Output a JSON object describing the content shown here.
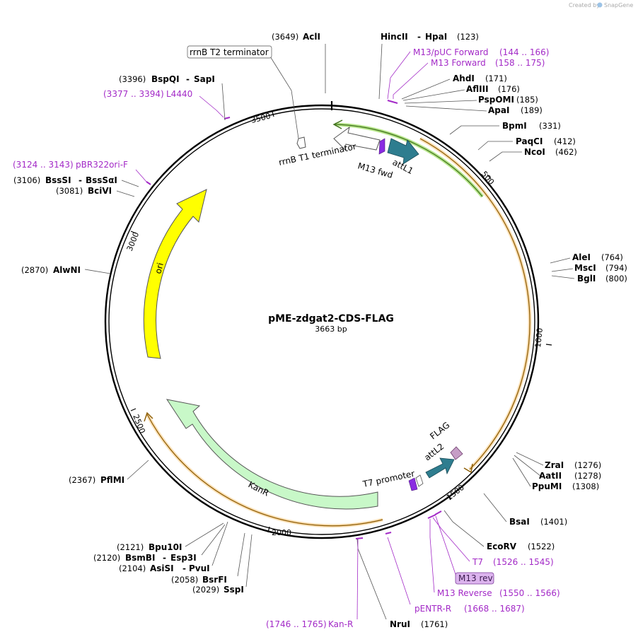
{
  "credit": {
    "prefix": "Created by",
    "brand": "SnapGene"
  },
  "plasmid": {
    "name": "pME-zdgat2-CDS-FLAG",
    "length": "3663 bp"
  },
  "ruler_ticks": [
    "500",
    "1000",
    "1500",
    "2000",
    "2500",
    "3000",
    "3500"
  ],
  "enzymes": [
    {
      "name": "AclI",
      "pos": "(3649)"
    },
    {
      "name": "HincII",
      "sep": "-",
      "name2": "HpaI",
      "pos": "(123)"
    },
    {
      "name": "AhdI",
      "pos": "(171)"
    },
    {
      "name": "AflIII",
      "pos": "(176)"
    },
    {
      "name": "PspOMI",
      "pos": "(185)"
    },
    {
      "name": "ApaI",
      "pos": "(189)"
    },
    {
      "name": "BpmI",
      "pos": "(331)"
    },
    {
      "name": "PaqCI",
      "pos": "(412)"
    },
    {
      "name": "NcoI",
      "pos": "(462)"
    },
    {
      "name": "AleI",
      "pos": "(764)"
    },
    {
      "name": "MscI",
      "pos": "(794)"
    },
    {
      "name": "BglI",
      "pos": "(800)"
    },
    {
      "name": "ZraI",
      "pos": "(1276)"
    },
    {
      "name": "AatII",
      "pos": "(1278)"
    },
    {
      "name": "PpuMI",
      "pos": "(1308)"
    },
    {
      "name": "BsaI",
      "pos": "(1401)"
    },
    {
      "name": "EcoRV",
      "pos": "(1522)"
    },
    {
      "name": "NruI",
      "pos": "(1761)"
    },
    {
      "name": "SspI",
      "pos": "(2029)"
    },
    {
      "name": "BsrFI",
      "pos": "(2058)"
    },
    {
      "name": "AsiSI",
      "sep": "-",
      "name2": "PvuI",
      "pos": "(2104)"
    },
    {
      "name": "BsmBI",
      "sep": "-",
      "name2": "Esp3I",
      "pos": "(2120)"
    },
    {
      "name": "Bpu10I",
      "pos": "(2121)"
    },
    {
      "name": "PflMI",
      "pos": "(2367)"
    },
    {
      "name": "AlwNI",
      "pos": "(2870)"
    },
    {
      "name": "BciVI",
      "pos": "(3081)"
    },
    {
      "name": "BssSI",
      "sep": "-",
      "name2": "BssSαI",
      "pos": "(3106)"
    },
    {
      "name": "BspQI",
      "sep": "-",
      "name2": "SapI",
      "pos": "(3396)"
    }
  ],
  "primers": [
    {
      "name": "M13/pUC Forward",
      "range": "(144 .. 166)"
    },
    {
      "name": "M13 Forward",
      "range": "(158 .. 175)"
    },
    {
      "name": "T7",
      "range": "(1526 .. 1545)"
    },
    {
      "name": "M13 rev",
      "boxed": true
    },
    {
      "name": "M13 Reverse",
      "range": "(1550 .. 1566)"
    },
    {
      "name": "pENTR-R",
      "range": "(1668 .. 1687)"
    },
    {
      "name": "Kan-R",
      "range": "(1746 .. 1765)"
    },
    {
      "name": "pBR322ori-F",
      "range": "(3124 .. 3143)"
    },
    {
      "name": "L4440",
      "range": "(3377 .. 3394)"
    }
  ],
  "features": [
    {
      "name": "rrnB T2 terminator",
      "boxed": true
    },
    {
      "name": "rrnB T1 terminator"
    },
    {
      "name": "M13 fwd"
    },
    {
      "name": "attL1"
    },
    {
      "name": "FLAG"
    },
    {
      "name": "attL2"
    },
    {
      "name": "T7 promoter"
    },
    {
      "name": "KanR"
    },
    {
      "name": "ori"
    }
  ],
  "colors": {
    "ori": "#ffff00",
    "kanr": "#c8f8c8",
    "attl": "#2e7d8f",
    "promoter": "#8a2be2",
    "flag": "#c69ec6",
    "orf_outline": "#f5a623",
    "attl1_band": "#8fce4b",
    "primer": "#a32ac7"
  }
}
